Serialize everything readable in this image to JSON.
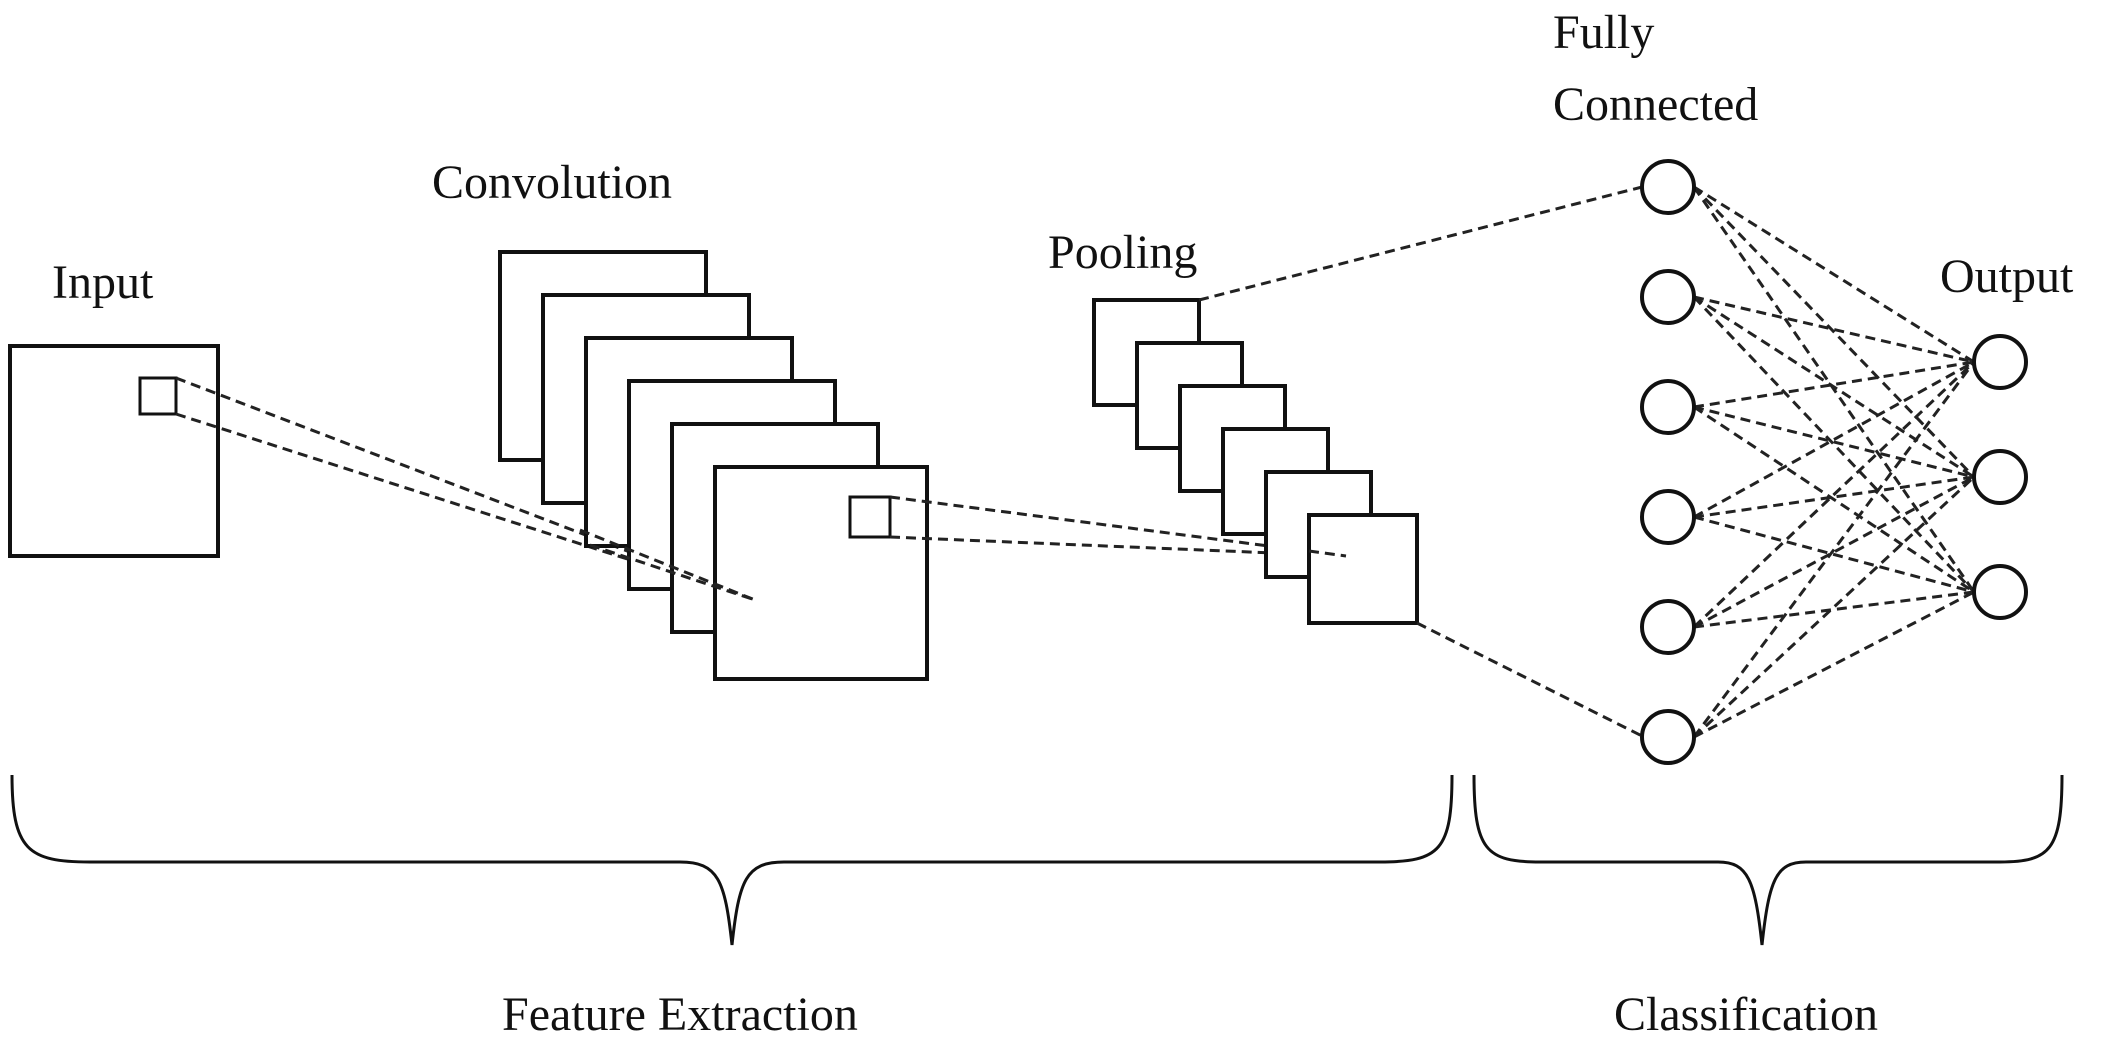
{
  "labels": {
    "input": "Input",
    "convolution": "Convolution",
    "pooling": "Pooling",
    "fully_connected_line1": "Fully",
    "fully_connected_line2": "Connected",
    "output": "Output",
    "feature_extraction": "Feature Extraction",
    "classification": "Classification"
  },
  "structure": {
    "convolution_feature_maps": 6,
    "pooling_feature_maps": 6,
    "fully_connected_nodes": 6,
    "output_nodes": 3
  },
  "colors": {
    "stroke": "#111111",
    "background": "#ffffff"
  }
}
